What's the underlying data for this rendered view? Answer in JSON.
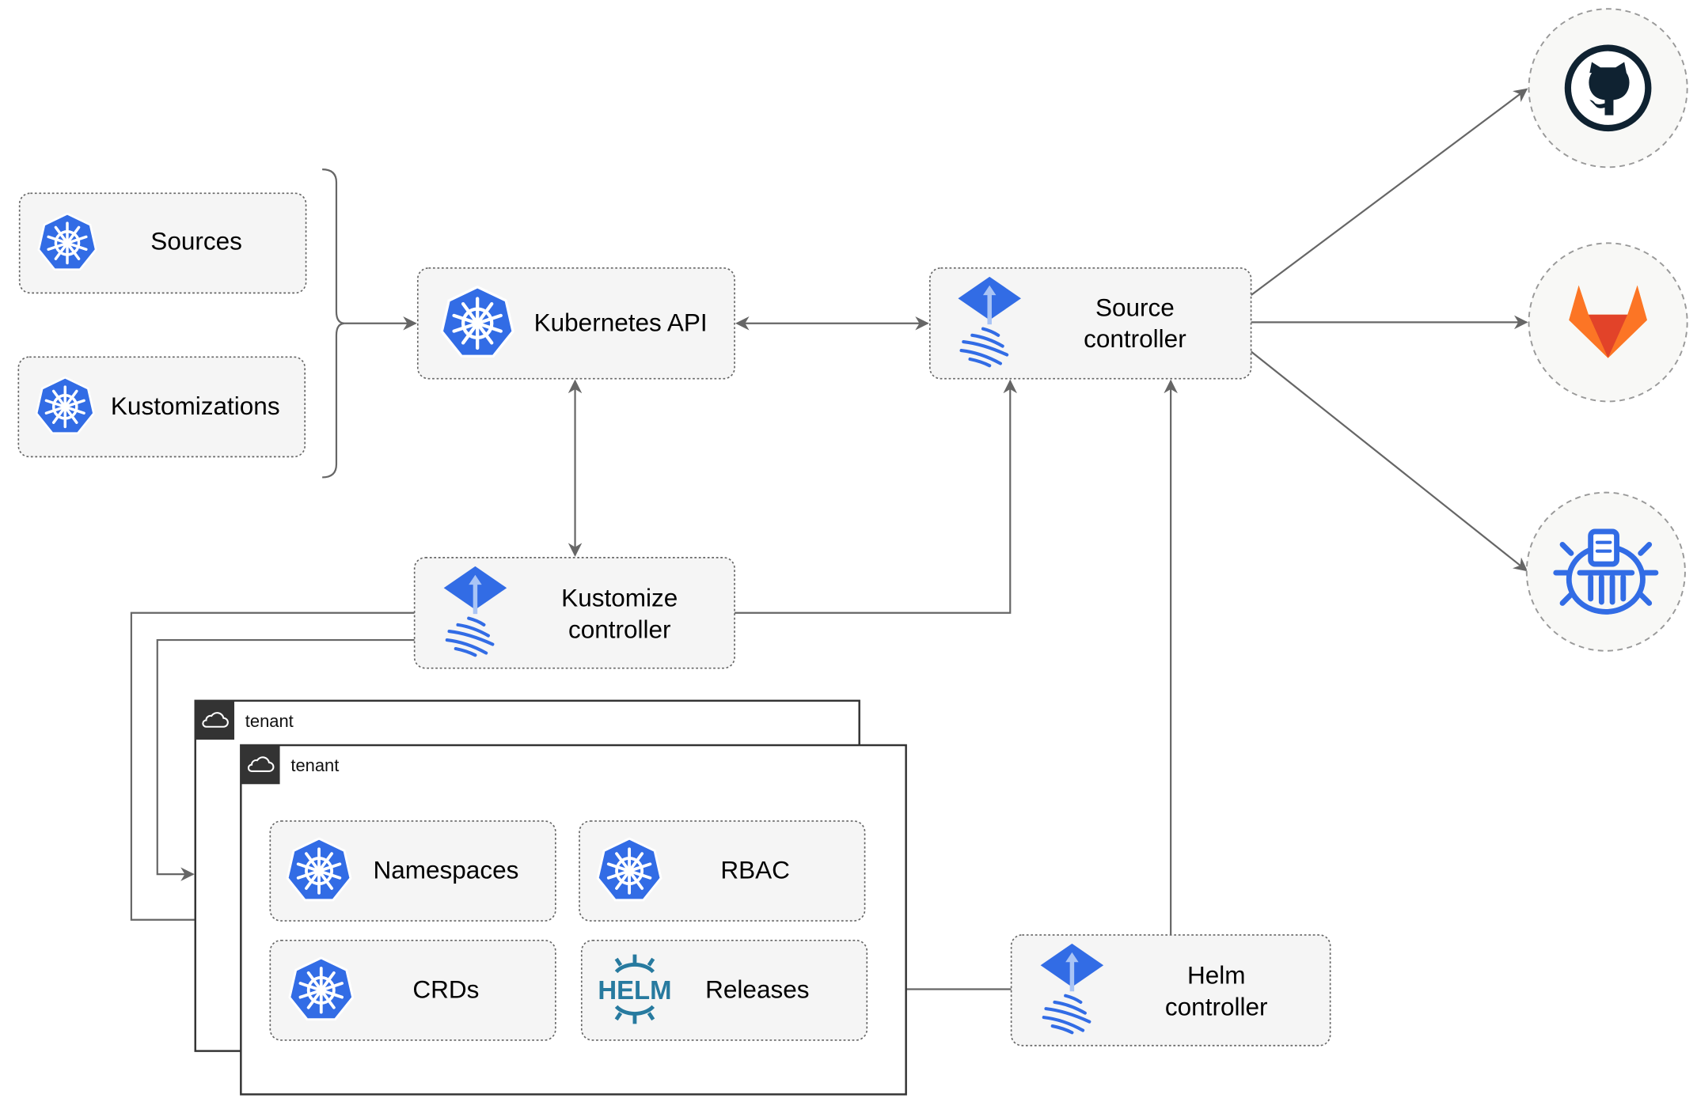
{
  "nodes": {
    "sources": "Sources",
    "kustomizations": "Kustomizations",
    "kubernetes_api": "Kubernetes API",
    "source_controller": [
      "Source",
      "controller"
    ],
    "kustomize_controller": [
      "Kustomize",
      "controller"
    ],
    "helm_controller": [
      "Helm",
      "controller"
    ],
    "namespaces": "Namespaces",
    "rbac": "RBAC",
    "crds": "CRDs",
    "releases": "Releases"
  },
  "tenants": [
    "tenant",
    "tenant"
  ],
  "helm_logo": "HELM",
  "external_sources": [
    "github-icon",
    "gitlab-icon",
    "bucket-icon"
  ],
  "colors": {
    "kubernetes_blue": "#326ce5",
    "flux_blue": "#326ce5",
    "github_dark": "#0f2231",
    "gitlab_orange": "#e24329",
    "helm_blue": "#277a9f",
    "edge": "#666666",
    "node_fill": "#f5f5f5"
  }
}
